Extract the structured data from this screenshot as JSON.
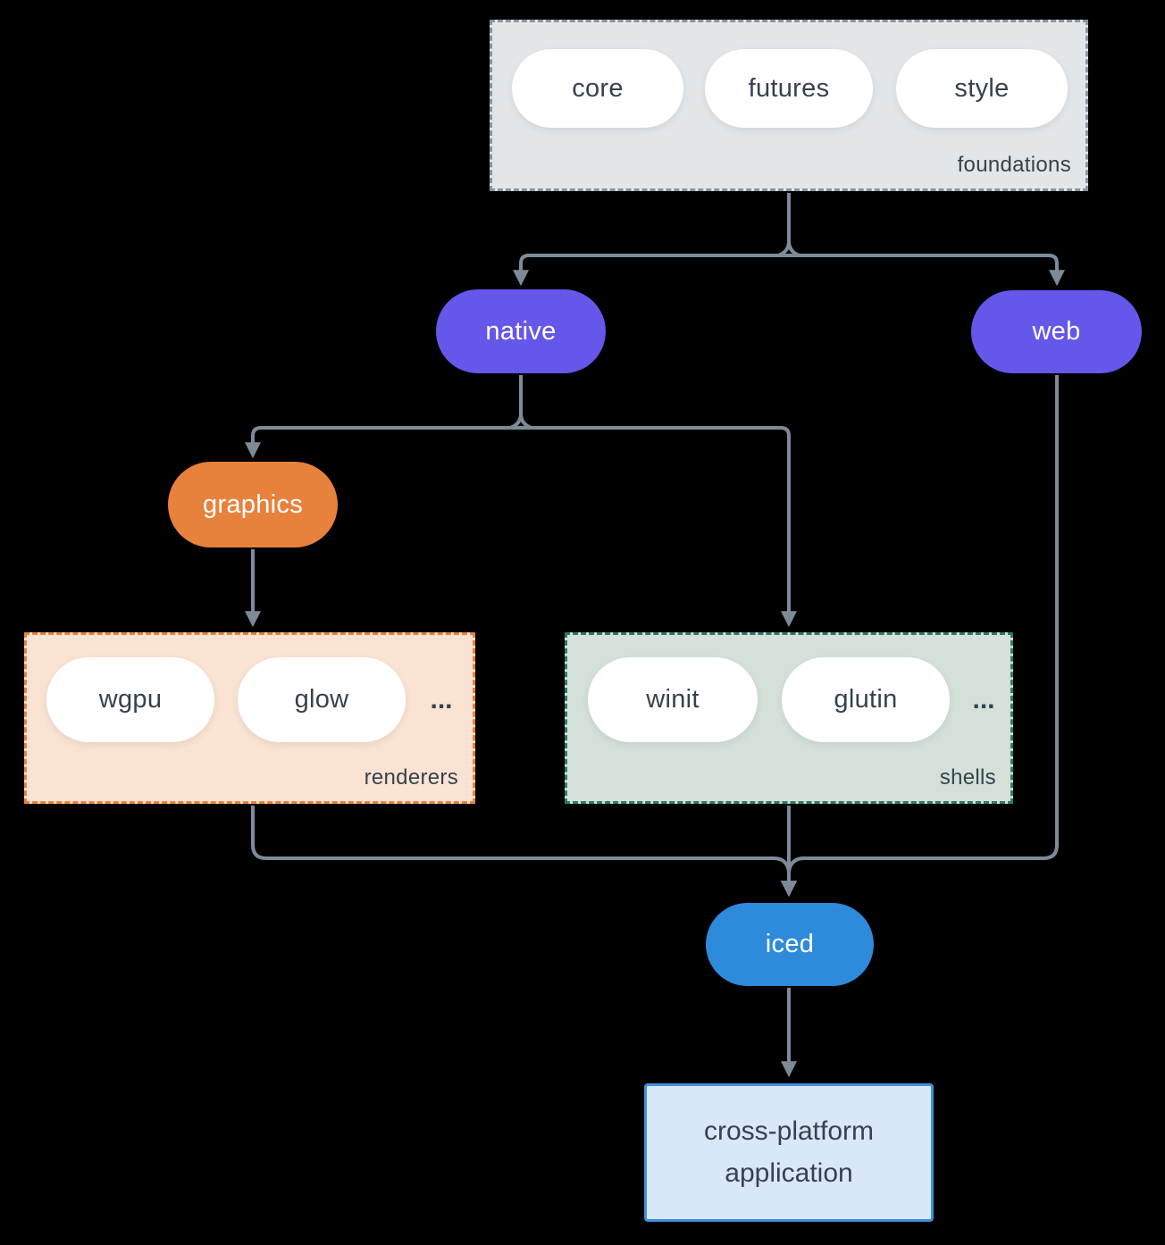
{
  "diagram": {
    "foundations": {
      "label": "foundations",
      "pills": [
        "core",
        "futures",
        "style"
      ]
    },
    "native_label": "native",
    "web_label": "web",
    "graphics_label": "graphics",
    "renderers": {
      "label": "renderers",
      "pills": [
        "wgpu",
        "glow"
      ],
      "ellipsis": "..."
    },
    "shells": {
      "label": "shells",
      "pills": [
        "winit",
        "glutin"
      ],
      "ellipsis": "..."
    },
    "iced_label": "iced",
    "application_label": "cross-platform application",
    "colors": {
      "background": "#000000",
      "arrow": "#7d8b98",
      "foundations_bg": "#e2e6e9",
      "foundations_border": "#8795a1",
      "accent_purple": "#6557ea",
      "accent_orange": "#e8813c",
      "renderers_bg": "#fae3d2",
      "renderers_border": "#e8823d",
      "shells_bg": "#d4e1d9",
      "shells_border": "#2d7a6a",
      "accent_blue": "#2e8bdb",
      "application_bg": "#d9e8f8",
      "application_border": "#4090dc",
      "text_dark": "#36424d",
      "text_light": "#ffffff"
    }
  }
}
